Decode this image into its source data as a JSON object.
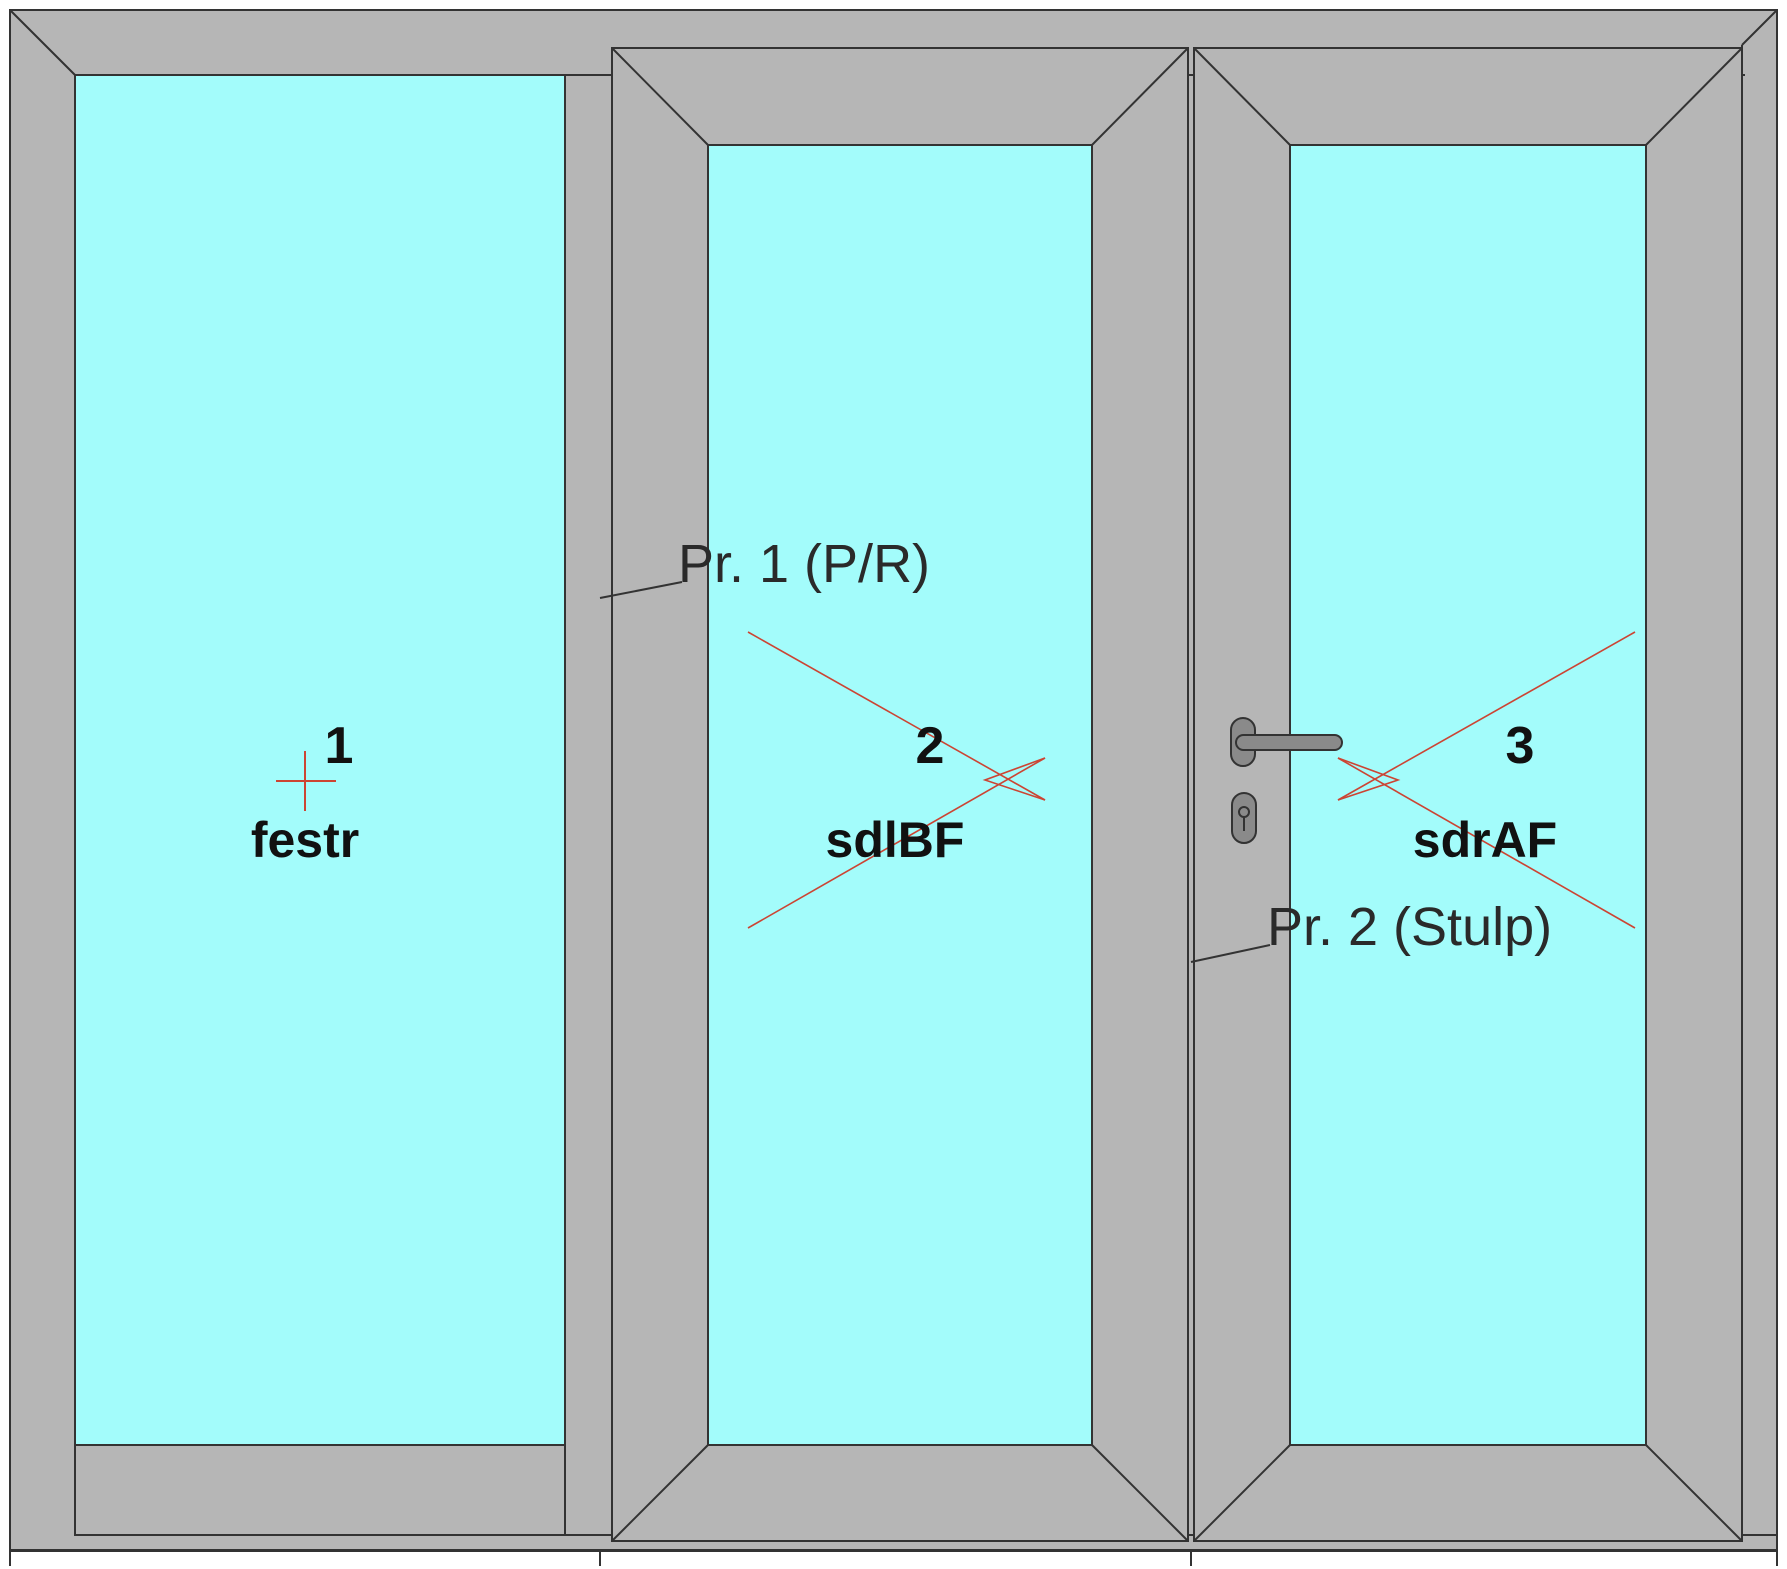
{
  "colors": {
    "frame": "#b6b6b6",
    "glass": "#a3fcfb",
    "line": "#333333",
    "opening_symbol": "#cc4433",
    "handle": "#8a8a8a"
  },
  "fields": [
    {
      "number": "1",
      "type": "festr"
    },
    {
      "number": "2",
      "type": "sdlBF"
    },
    {
      "number": "3",
      "type": "sdrAF"
    }
  ],
  "profiles": [
    {
      "label": "Pr. 1 (P/R)"
    },
    {
      "label": "Pr. 2 (Stulp)"
    }
  ],
  "icons": {
    "handle": "door-handle-icon",
    "lock": "keyhole-icon",
    "fixed_mark": "crosshair-icon"
  }
}
